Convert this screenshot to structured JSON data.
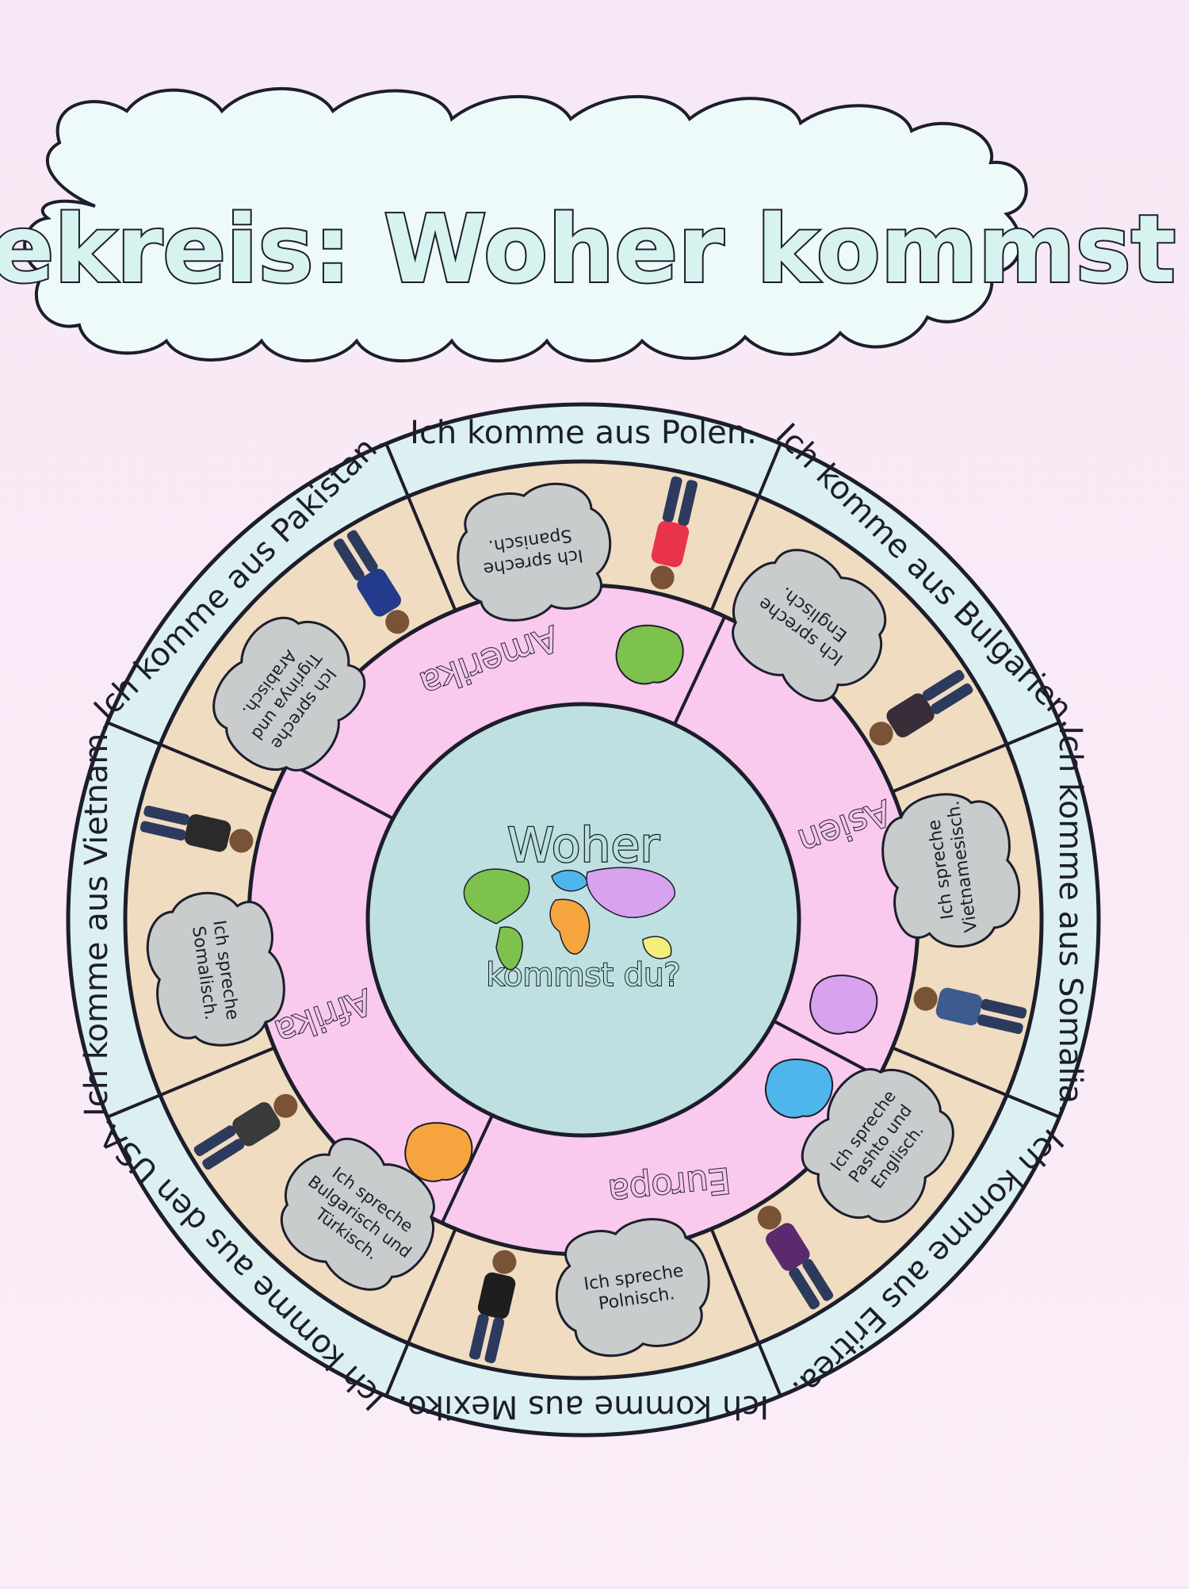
{
  "title": "Legekreis: Woher kommst du?",
  "colors": {
    "background": "#f7e9f5",
    "cloud_fill": "#eef9fa",
    "outer_ring": "#dcf0f2",
    "middle_ring": "#f0dcc0",
    "inner_ring": "#f9c9ee",
    "center": "#bfe0e1",
    "title_fill": "#d6f3ef",
    "outline": "#1d1d2c",
    "bubble": "#c9cccd"
  },
  "center": {
    "line1": "Woher",
    "line2": "kommst du?"
  },
  "continents": [
    {
      "label": "Amerika",
      "icon": "america-map-icon",
      "color": "#7dc24d"
    },
    {
      "label": "Asien",
      "icon": "asia-map-icon",
      "color": "#d8a2ef"
    },
    {
      "label": "Europa",
      "icon": "europe-map-icon",
      "color": "#4fb6ec"
    },
    {
      "label": "Afrika",
      "icon": "africa-map-icon",
      "color": "#f6a53e"
    }
  ],
  "countries": [
    {
      "text": "Ich komme aus Mexiko."
    },
    {
      "text": "Ich komme aus den USA."
    },
    {
      "text": "Ich komme aus Vietnam."
    },
    {
      "text": "Ich komme aus Pakistan."
    },
    {
      "text": "Ich komme aus Polen."
    },
    {
      "text": "Ich komme aus Bulgarien."
    },
    {
      "text": "Ich komme aus Somalia."
    },
    {
      "text": "Ich komme aus Eritrea."
    }
  ],
  "languages": [
    {
      "lines": [
        "Ich spreche",
        "Spanisch."
      ],
      "person": "#e8334a"
    },
    {
      "lines": [
        "Ich spreche",
        "Englisch."
      ],
      "person": "#3a2d3a"
    },
    {
      "lines": [
        "Ich spreche",
        "Vietnamesisch."
      ],
      "person": "#3f5a8c"
    },
    {
      "lines": [
        "Ich spreche",
        "Pashto und",
        "Englisch."
      ],
      "person": "#5b2a6e"
    },
    {
      "lines": [
        "Ich spreche",
        "Polnisch."
      ],
      "person": "#1e1e1e"
    },
    {
      "lines": [
        "Ich spreche",
        "Bulgarisch und",
        "Türkisch."
      ],
      "person": "#3a3a3a"
    },
    {
      "lines": [
        "Ich spreche",
        "Somalisch."
      ],
      "person": "#2a2a2a"
    },
    {
      "lines": [
        "Ich spreche",
        "Tigrinya und",
        "Arabisch."
      ],
      "person": "#243a8c"
    }
  ]
}
